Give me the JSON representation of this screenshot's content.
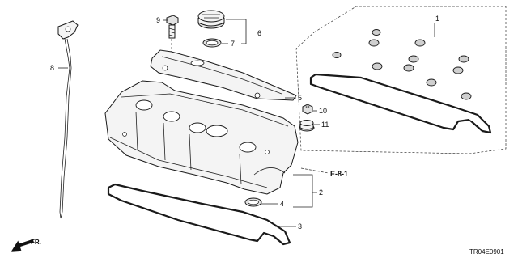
{
  "callouts": {
    "c1": "1",
    "c2": "2",
    "c3": "3",
    "c4": "4",
    "c5": "5",
    "c6": "6",
    "c7": "7",
    "c8": "8",
    "c9": "9",
    "c10": "10",
    "c11": "11"
  },
  "reference": "E-8-1",
  "direction_label": "FR.",
  "diagram_code": "TR04E0901"
}
